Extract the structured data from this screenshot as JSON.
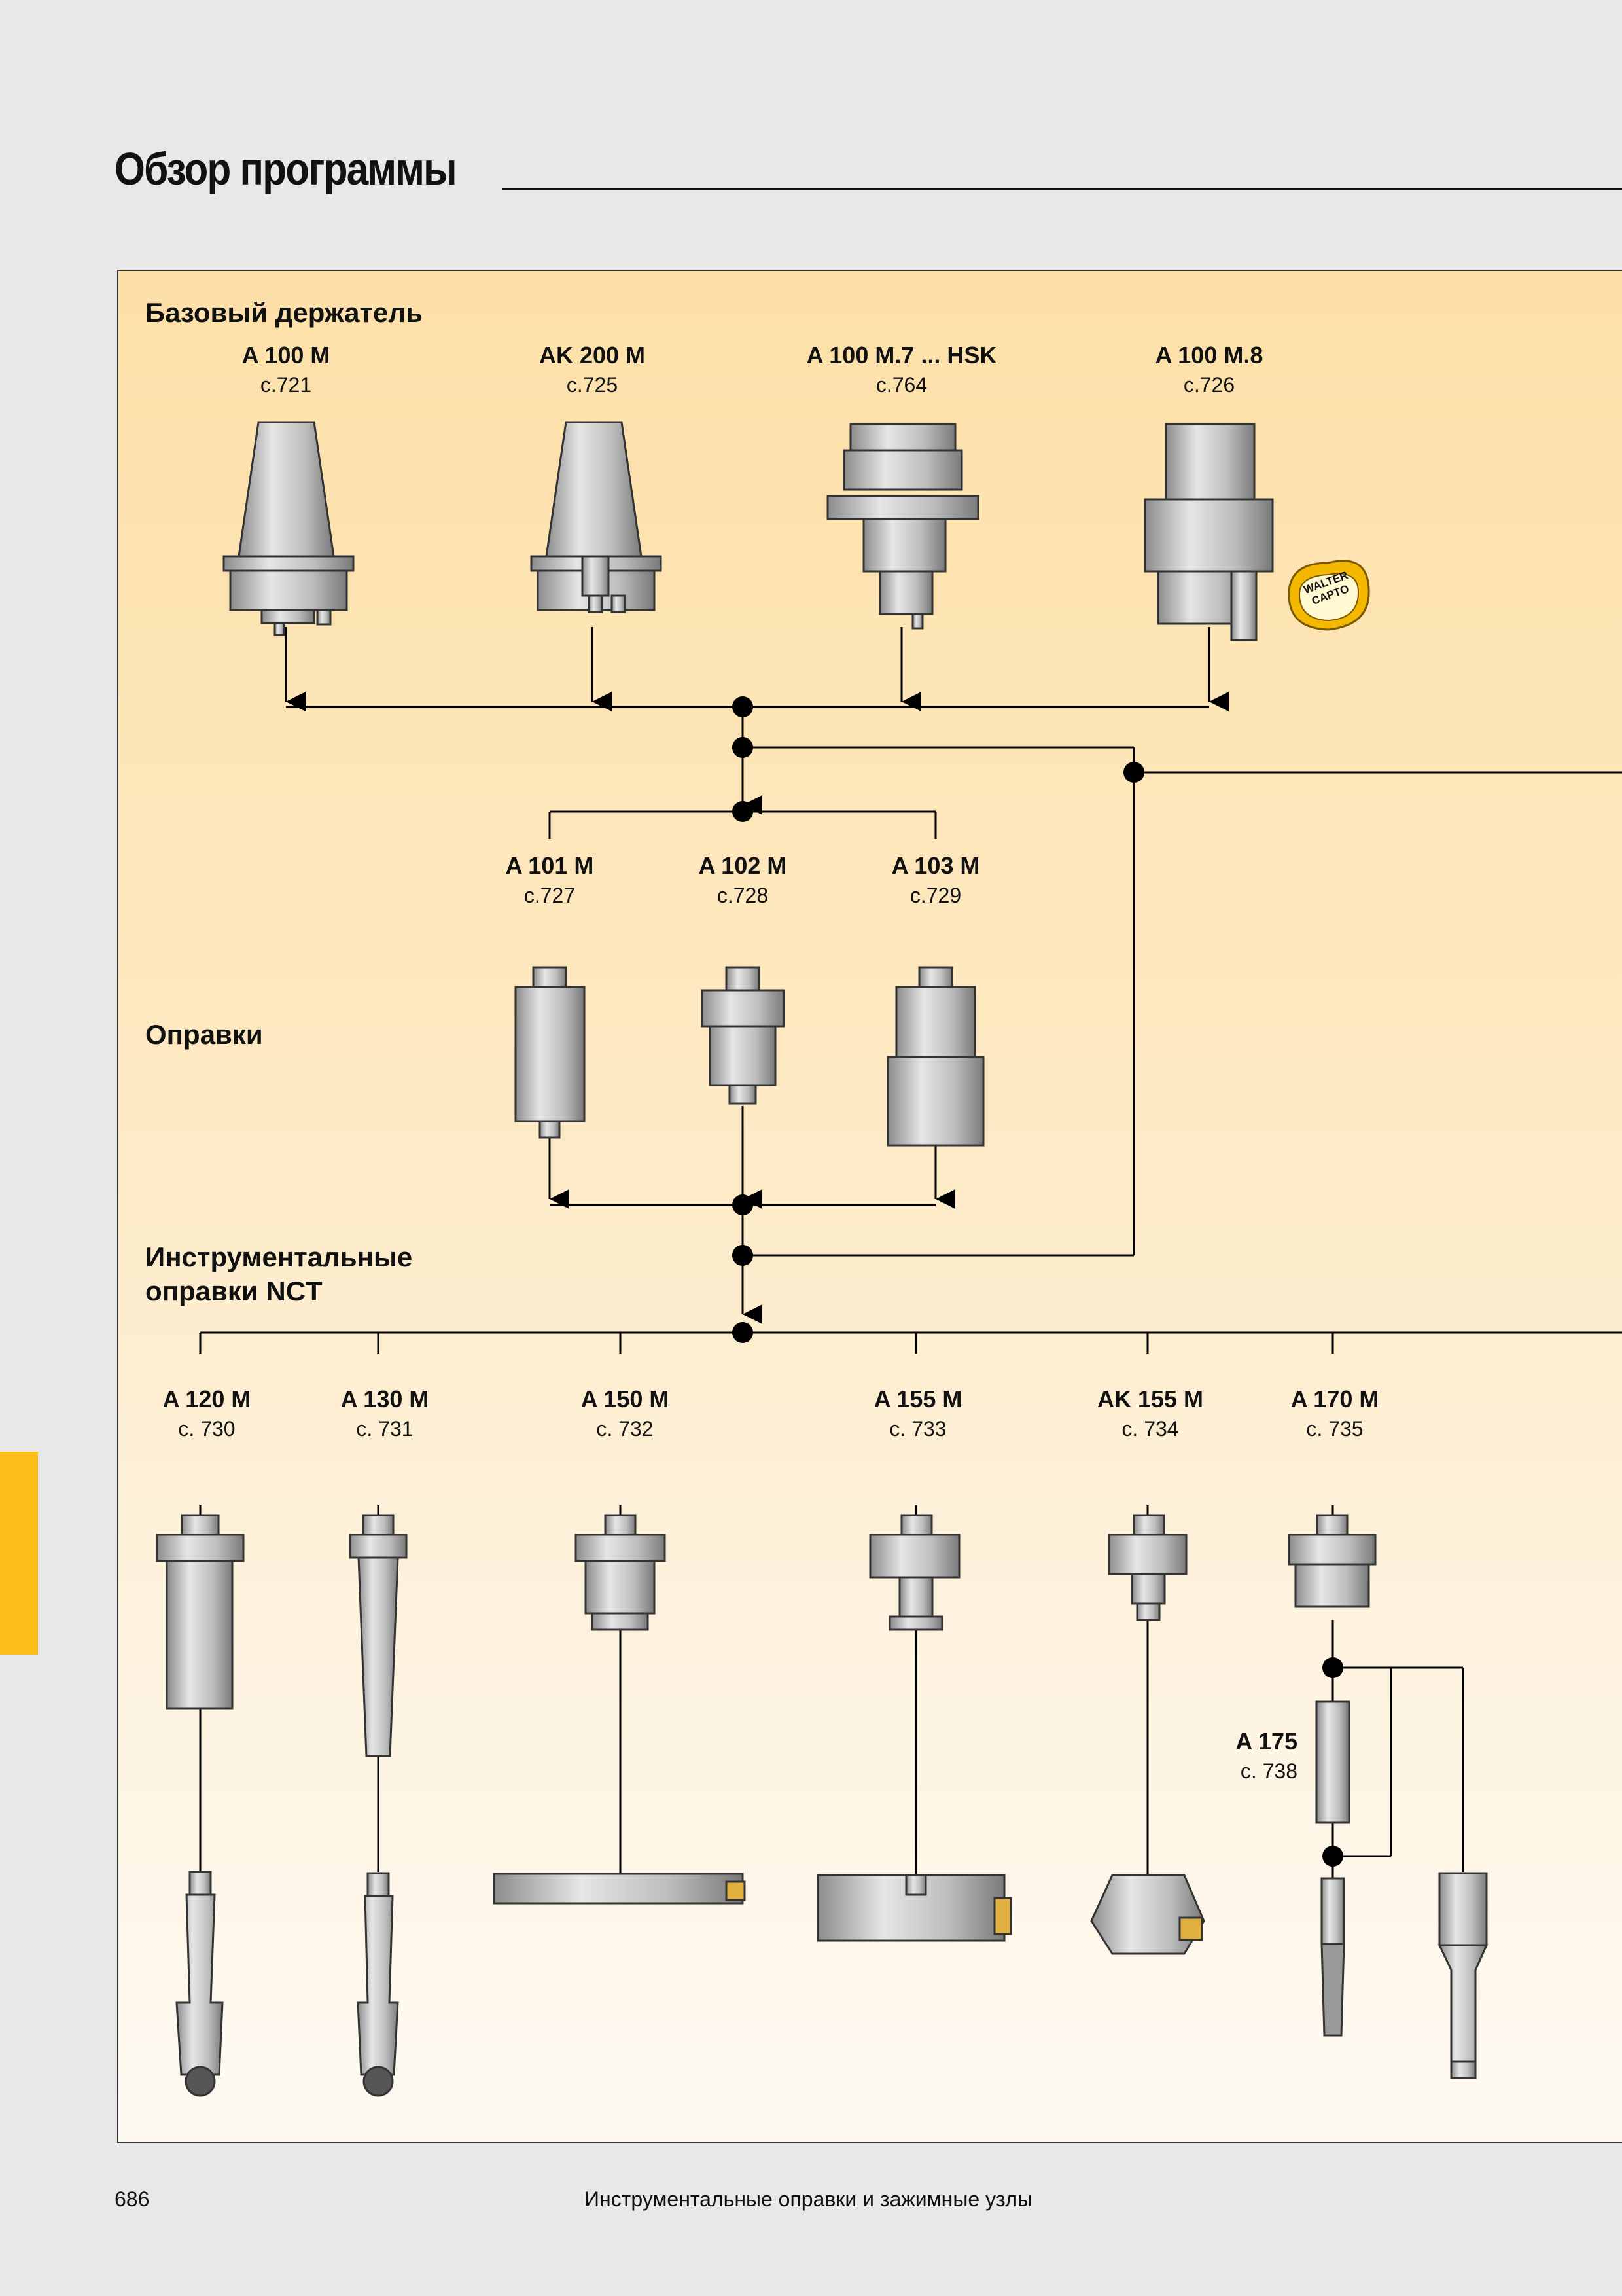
{
  "page": {
    "title": "Обзор программы",
    "number": "686",
    "footer": "Инструментальные оправки и зажимные узлы"
  },
  "sections": {
    "base": "Базовый держатель",
    "adapters": "Оправки",
    "nct": "Инструментальные\nоправки NCT"
  },
  "base_holders": [
    {
      "name": "A 100 M",
      "page": "с.721"
    },
    {
      "name": "AK 200 M",
      "page": "с.725"
    },
    {
      "name": "A 100 M.7 ... HSK",
      "page": "с.764"
    },
    {
      "name": "A 100 M.8",
      "page": "с.726"
    }
  ],
  "capto_logo": "WALTER\nCAPTO",
  "adapters": [
    {
      "name": "A 101 M",
      "page": "с.727"
    },
    {
      "name": "A 102 M",
      "page": "с.728"
    },
    {
      "name": "A 103 M",
      "page": "с.729"
    }
  ],
  "nct_holders": [
    {
      "name": "A 120 M",
      "page": "с. 730"
    },
    {
      "name": "A 130 M",
      "page": "с. 731"
    },
    {
      "name": "A 150 M",
      "page": "с. 732"
    },
    {
      "name": "A 155 M",
      "page": "с. 733"
    },
    {
      "name": "AK 155 M",
      "page": "с. 734"
    },
    {
      "name": "A 170 M",
      "page": "с. 735"
    }
  ],
  "extension": {
    "name": "A 175",
    "page": "с. 738"
  },
  "colors": {
    "panel_top": "#fde0a8",
    "accent_tab": "#fbbd1a",
    "metal": "#b8b8b8"
  }
}
